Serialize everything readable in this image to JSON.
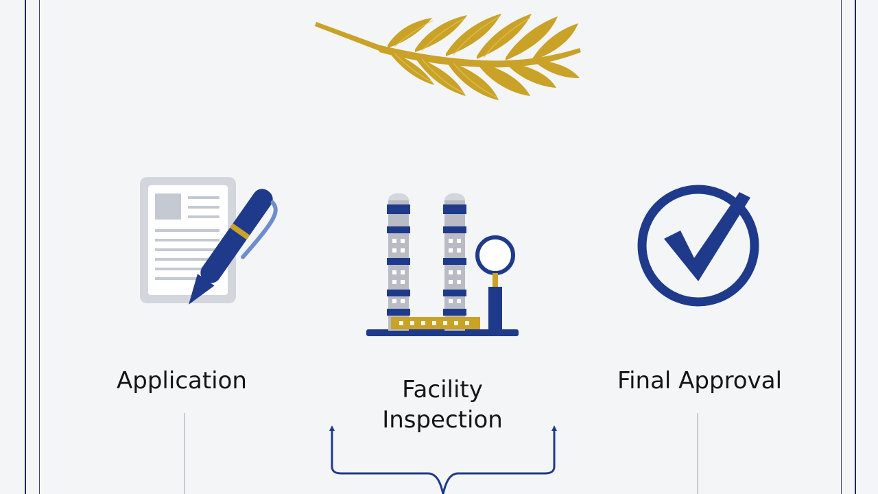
{
  "steps": [
    {
      "label": "Application",
      "icon": "document-pen-icon"
    },
    {
      "label_line1": "Facility",
      "label_line2": "Inspection",
      "icon": "silo-magnifier-icon"
    },
    {
      "label": "Final Approval",
      "icon": "checkmark-circle-icon"
    }
  ],
  "header_icon": "wheat-icon",
  "colors": {
    "navy": "#1f3a8a",
    "gold": "#c9a227",
    "frame": "#1d2a55",
    "gray_document": "#d3d6dc",
    "background": "#f4f5f6"
  }
}
